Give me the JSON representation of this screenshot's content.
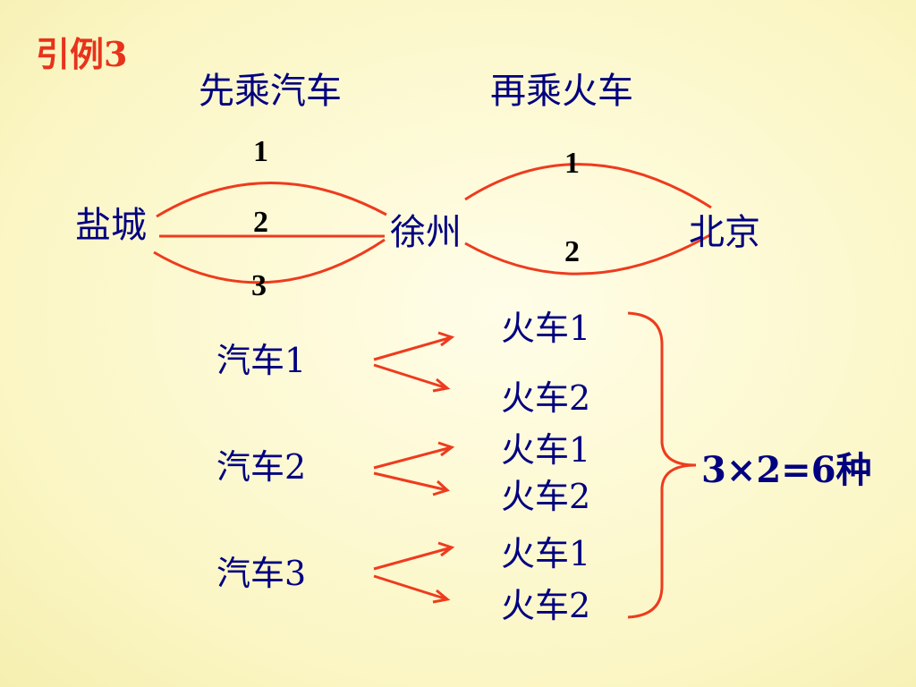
{
  "title": "引例3",
  "headers": {
    "bus": "先乘汽车",
    "train": "再乘火车"
  },
  "cities": {
    "start": "盐城",
    "middle": "徐州",
    "end": "北京"
  },
  "bus_routes": [
    "1",
    "2",
    "3"
  ],
  "train_routes": [
    "1",
    "2"
  ],
  "tree": {
    "buses": [
      "汽车1",
      "汽车2",
      "汽车3"
    ],
    "trains": [
      "火车1",
      "火车2",
      "火车1",
      "火车2",
      "火车1",
      "火车2"
    ]
  },
  "result": "3×2=6种",
  "colors": {
    "title": "#e8321c",
    "text": "#000080",
    "line": "#ee3b1e"
  }
}
